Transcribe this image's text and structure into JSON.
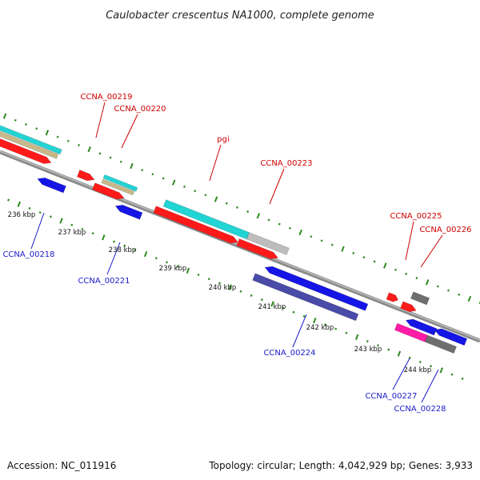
{
  "title": "Caulobacter crescentus NA1000, complete genome",
  "accession": "Accession: NC_011916",
  "summary": "Topology: circular; Length: 4,042,929 bp; Genes: 3,933",
  "colors": {
    "backbone": "#8a8a8a",
    "tick": "#2e8b1f",
    "red_gene": "#ff1a1a",
    "blue_gene": "#1515e6",
    "cyan_gene": "#22d4d4",
    "tan_gene": "#c8b98a",
    "gray_gene": "#bdbdbd",
    "dark_gray_gene": "#6e6e6e",
    "slate_gene": "#4a4aa8",
    "pink_gene": "#ff1aa8",
    "red_label": "#cc0000",
    "blue_label": "#1a1acc"
  },
  "kbp_ticks": [
    {
      "kbp": 236,
      "label": "236 kbp"
    },
    {
      "kbp": 237,
      "label": "237 kbp"
    },
    {
      "kbp": 238,
      "label": "238 kbp"
    },
    {
      "kbp": 239,
      "label": "239 kbp"
    },
    {
      "kbp": 240,
      "label": "240 kbp"
    },
    {
      "kbp": 241,
      "label": "241 kbp"
    },
    {
      "kbp": 242,
      "label": "242 kbp"
    },
    {
      "kbp": 243,
      "label": "243 kbp"
    },
    {
      "kbp": 244,
      "label": "244 kbp"
    }
  ],
  "genes_top": [
    {
      "name": "CCNA_00219",
      "color": "red"
    },
    {
      "name": "CCNA_00220",
      "color": "red"
    },
    {
      "name": "pgi",
      "color": "red"
    },
    {
      "name": "CCNA_00223",
      "color": "red"
    },
    {
      "name": "CCNA_00225",
      "color": "red"
    },
    {
      "name": "CCNA_00226",
      "color": "red"
    }
  ],
  "genes_bottom": [
    {
      "name": "CCNA_00218",
      "color": "blue"
    },
    {
      "name": "CCNA_00221",
      "color": "blue"
    },
    {
      "name": "CCNA_00224",
      "color": "blue"
    },
    {
      "name": "CCNA_00227",
      "color": "blue"
    },
    {
      "name": "CCNA_00228",
      "color": "blue"
    }
  ]
}
